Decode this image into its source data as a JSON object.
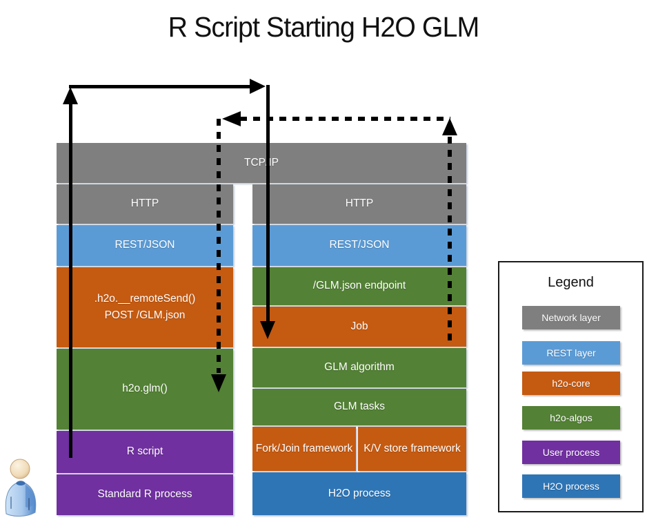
{
  "title": "R Script Starting H2O GLM",
  "colors": {
    "network": "#7F7F7F",
    "rest": "#5B9BD5",
    "h2o_core": "#C55A11",
    "h2o_algos": "#538135",
    "user_process": "#7030A0",
    "h2o_process": "#2E75B6"
  },
  "network_box": {
    "label": "TCP/IP"
  },
  "left_stack": [
    {
      "label": "HTTP"
    },
    {
      "label": "REST/JSON"
    },
    {
      "lines": [
        ".h2o.__remoteSend()",
        "POST /GLM.json"
      ]
    },
    {
      "label": "h2o.glm()"
    },
    {
      "label": "R script"
    },
    {
      "label": "Standard R process"
    }
  ],
  "right_stack": [
    {
      "label": "HTTP"
    },
    {
      "label": "REST/JSON"
    },
    {
      "label": "/GLM.json endpoint"
    },
    {
      "label": "Job"
    },
    {
      "label": "GLM algorithm"
    },
    {
      "label": "GLM tasks"
    },
    {
      "label": "Fork/Join framework"
    },
    {
      "label": "K/V store framework"
    },
    {
      "label": "H2O process"
    }
  ],
  "legend": {
    "title": "Legend",
    "items": [
      {
        "label": "Network layer",
        "color": "#7F7F7F"
      },
      {
        "label": "REST layer",
        "color": "#5B9BD5"
      },
      {
        "label": "h2o-core",
        "color": "#C55A11"
      },
      {
        "label": "h2o-algos",
        "color": "#538135"
      },
      {
        "label": "User process",
        "color": "#7030A0"
      },
      {
        "label": "H2O process",
        "color": "#2E75B6"
      }
    ]
  }
}
